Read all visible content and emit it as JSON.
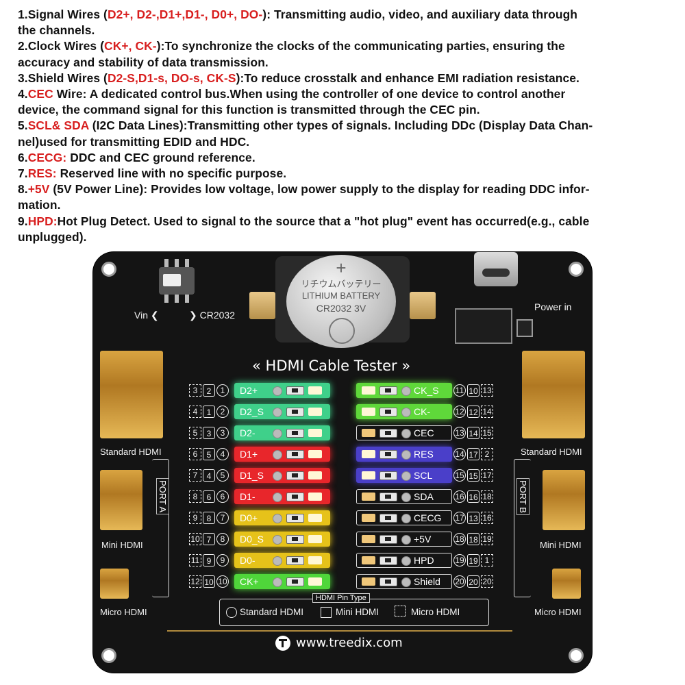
{
  "notes": [
    {
      "parts": [
        {
          "t": "1.Signal Wires (",
          "red": false
        },
        {
          "t": "D2+, D2-,D1+,D1-, D0+, DO-",
          "red": true
        },
        {
          "t": "): Transmitting audio, video, and auxiliary data through",
          "red": false
        }
      ]
    },
    {
      "parts": [
        {
          "t": "the channels.",
          "red": false
        }
      ]
    },
    {
      "parts": [
        {
          "t": "2.Clock Wires (",
          "red": false
        },
        {
          "t": "CK+, CK-",
          "red": true
        },
        {
          "t": "):To synchronize the clocks of the communicating parties, ensuring the",
          "red": false
        }
      ]
    },
    {
      "parts": [
        {
          "t": "accuracy and stability of data transmission.",
          "red": false
        }
      ]
    },
    {
      "parts": [
        {
          "t": "3.Shield Wires (",
          "red": false
        },
        {
          "t": "D2-S,D1-s, DO-s, CK-S",
          "red": true
        },
        {
          "t": "):To reduce crosstalk and enhance EMI radiation resistance.",
          "red": false
        }
      ]
    },
    {
      "parts": [
        {
          "t": "4.",
          "red": false
        },
        {
          "t": "CEC",
          "red": true
        },
        {
          "t": " Wire: A dedicated control bus.When using the controller of one device to control another",
          "red": false
        }
      ]
    },
    {
      "parts": [
        {
          "t": "device, the command signal for this function is transmitted through the CEC pin.",
          "red": false
        }
      ]
    },
    {
      "parts": [
        {
          "t": "5.",
          "red": false
        },
        {
          "t": "SCL& SDA",
          "red": true
        },
        {
          "t": " (I2C Data Lines):Transmitting other types of signals. Including DDc (Display Data Chan-",
          "red": false
        }
      ]
    },
    {
      "parts": [
        {
          "t": "nel)used for transmitting EDID and HDC.",
          "red": false
        }
      ]
    },
    {
      "parts": [
        {
          "t": "6.",
          "red": false
        },
        {
          "t": "CECG:",
          "red": true
        },
        {
          "t": " DDC and CEC ground reference.",
          "red": false
        }
      ]
    },
    {
      "parts": [
        {
          "t": "7.",
          "red": false
        },
        {
          "t": "RES:",
          "red": true
        },
        {
          "t": " Reserved line with no specific purpose.",
          "red": false
        }
      ]
    },
    {
      "parts": [
        {
          "t": "8.",
          "red": false
        },
        {
          "t": "+5V",
          "red": true
        },
        {
          "t": " (5V Power Line): Provides low voltage, low power supply to the display for reading DDC infor-",
          "red": false
        }
      ]
    },
    {
      "parts": [
        {
          "t": "mation.",
          "red": false
        }
      ]
    },
    {
      "parts": [
        {
          "t": "9.",
          "red": false
        },
        {
          "t": "HPD:",
          "red": true
        },
        {
          "t": "Hot Plug Detect. Used to signal to the source that a \"hot plug\" event has occurred(e.g., cable",
          "red": false
        }
      ]
    },
    {
      "parts": [
        {
          "t": "unplugged).",
          "red": false
        }
      ]
    }
  ],
  "board": {
    "title": "« HDMI Cable Tester »",
    "battery_line1": "リチウムバッテリー",
    "battery_line2": "LITHIUM BATTERY",
    "battery_line3": "CR2032  3V",
    "switch_left": "Vin ❮",
    "switch_right": "❯ CR2032",
    "power_in": "Power in",
    "standard_hdmi": "Standard HDMI",
    "mini_hdmi": "Mini HDMI",
    "micro_hdmi": "Micro HDMI",
    "port_a": "PORT A",
    "port_b": "PORT B",
    "pin_type_title": "HDMI Pin Type",
    "legend_standard": "Standard HDMI",
    "legend_mini": "Mini HDMI",
    "legend_micro": "Micro HDMI",
    "website": "www.treedix.com",
    "left_rows": [
      {
        "micro": "3",
        "mini": "2",
        "std": "1",
        "label": "D2+",
        "color": "#3fd08a"
      },
      {
        "micro": "4",
        "mini": "1",
        "std": "2",
        "label": "D2_S",
        "color": "#3fd08a"
      },
      {
        "micro": "5",
        "mini": "3",
        "std": "3",
        "label": "D2-",
        "color": "#3fd08a"
      },
      {
        "micro": "6",
        "mini": "5",
        "std": "4",
        "label": "D1+",
        "color": "#e8262b"
      },
      {
        "micro": "7",
        "mini": "4",
        "std": "5",
        "label": "D1_S",
        "color": "#e8262b"
      },
      {
        "micro": "8",
        "mini": "6",
        "std": "6",
        "label": "D1-",
        "color": "#e8262b"
      },
      {
        "micro": "9",
        "mini": "8",
        "std": "7",
        "label": "D0+",
        "color": "#e6c21a"
      },
      {
        "micro": "10",
        "mini": "7",
        "std": "8",
        "label": "D0_S",
        "color": "#e6c21a"
      },
      {
        "micro": "11",
        "mini": "9",
        "std": "9",
        "label": "D0-",
        "color": "#e6c21a"
      },
      {
        "micro": "12",
        "mini": "10",
        "std": "10",
        "label": "CK+",
        "color": "#4fd63a"
      }
    ],
    "right_rows": [
      {
        "std": "11",
        "mini": "10",
        "micro": "13",
        "label": "CK_S",
        "color": "#5fd83a"
      },
      {
        "std": "12",
        "mini": "12",
        "micro": "14",
        "label": "CK-",
        "color": "#5fd83a"
      },
      {
        "std": "13",
        "mini": "14",
        "micro": "15",
        "label": "CEC",
        "color": ""
      },
      {
        "std": "14",
        "mini": "17",
        "micro": "2",
        "label": "RES",
        "color": "#4a3fc9"
      },
      {
        "std": "15",
        "mini": "15",
        "micro": "17",
        "label": "SCL",
        "color": "#4a3fc9"
      },
      {
        "std": "16",
        "mini": "16",
        "micro": "18",
        "label": "SDA",
        "color": ""
      },
      {
        "std": "17",
        "mini": "13",
        "micro": "16",
        "label": "CECG",
        "color": ""
      },
      {
        "std": "18",
        "mini": "18",
        "micro": "19",
        "label": "+5V",
        "color": ""
      },
      {
        "std": "19",
        "mini": "19",
        "micro": "1",
        "label": "HPD",
        "color": ""
      },
      {
        "std": "20",
        "mini": "20",
        "micro": "20",
        "label": "Shield",
        "color": ""
      }
    ]
  }
}
